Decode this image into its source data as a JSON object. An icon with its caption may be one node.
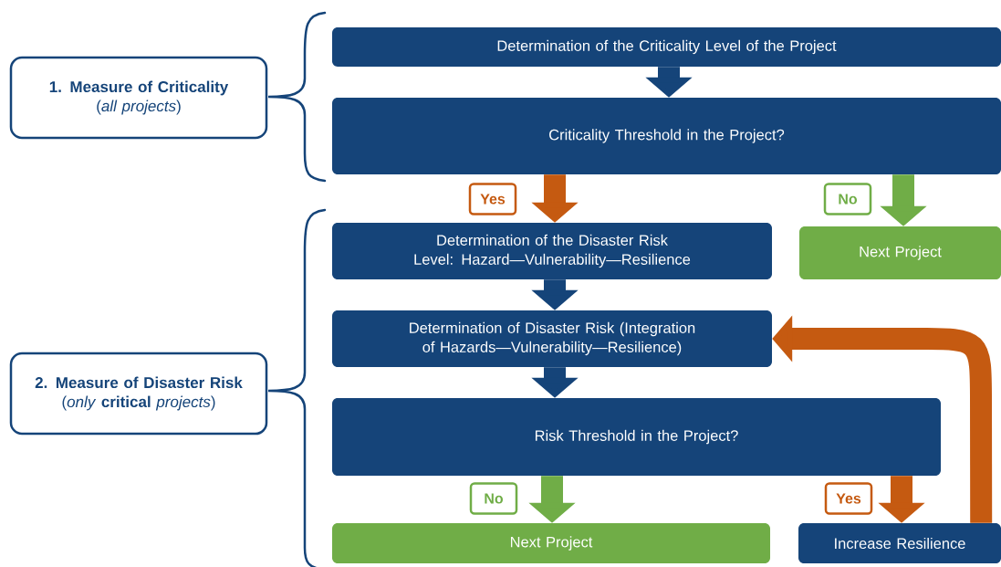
{
  "diagram": {
    "nodes": [
      {
        "text": [
          "1. Measure of Criticality",
          "(*all projects*)"
        ]
      },
      {
        "text": [
          "2. Measure of Disaster Risk",
          "(*only* **critical** *projects*)"
        ]
      },
      {
        "text": [
          "Determination of the Criticality Level of the Project"
        ]
      },
      {
        "text": [
          "Criticality Threshold in the Project?"
        ]
      },
      {
        "text": [
          "Determination of the Disaster Risk Level: Hazard—Vulnerability—Resilience"
        ]
      },
      {
        "text": [
          "Next Project"
        ]
      },
      {
        "text": [
          "Determination of Disaster Risk (Integration of Hazards—Vulnerability—Resilience)"
        ]
      },
      {
        "text": [
          "Risk Threshold in the Project?"
        ]
      },
      {
        "text": [
          "Next Project"
        ]
      },
      {
        "text": [
          "Increase Resilience"
        ]
      }
    ],
    "edges": [
      {
        "from": 2,
        "to": 3,
        "arrow": "to",
        "color": "#154479"
      },
      {
        "from": 3,
        "to": 4,
        "arrow": "to",
        "label": "Yes",
        "color": "#c55a11"
      },
      {
        "from": 3,
        "to": 5,
        "arrow": "to",
        "label": "No",
        "color": "#70ad47"
      },
      {
        "from": 4,
        "to": 6,
        "arrow": "to",
        "color": "#154479"
      },
      {
        "from": 6,
        "to": 7,
        "arrow": "to",
        "color": "#154479"
      },
      {
        "from": 7,
        "to": 8,
        "arrow": "to",
        "label": "No",
        "color": "#70ad47"
      },
      {
        "from": 7,
        "to": 9,
        "arrow": "to",
        "label": "Yes",
        "color": "#c55a11"
      },
      {
        "from": 9,
        "to": 6,
        "arrow": "to",
        "color": "#c55a11"
      }
    ]
  }
}
